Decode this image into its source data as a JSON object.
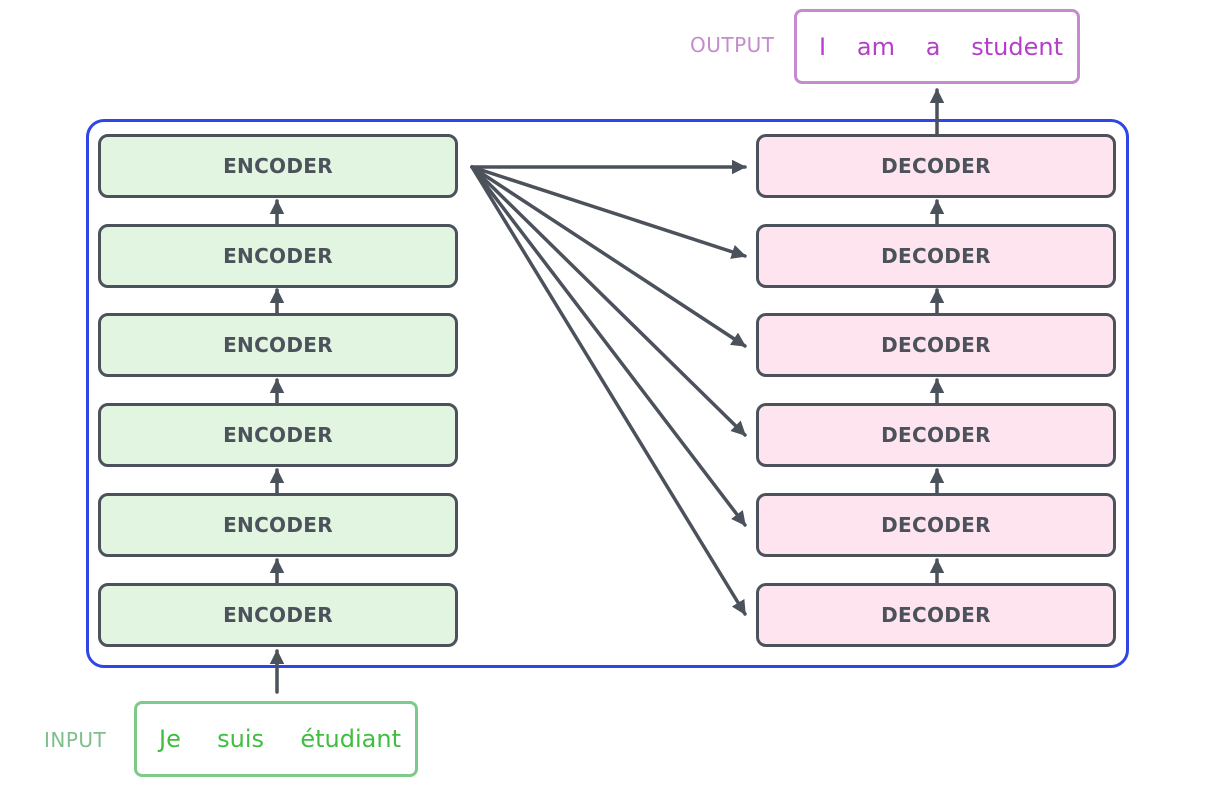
{
  "input": {
    "label": "INPUT",
    "words": [
      "Je",
      "suis",
      "étudiant"
    ]
  },
  "output": {
    "label": "OUTPUT",
    "words": [
      "I",
      "am",
      "a",
      "student"
    ]
  },
  "encoders": [
    "ENCODER",
    "ENCODER",
    "ENCODER",
    "ENCODER",
    "ENCODER",
    "ENCODER"
  ],
  "decoders": [
    "DECODER",
    "DECODER",
    "DECODER",
    "DECODER",
    "DECODER",
    "DECODER"
  ],
  "colors": {
    "frame": "#2f45e8",
    "encoder_fill": "#e2f5e0",
    "decoder_fill": "#fde4ef",
    "block_border": "#4c525b",
    "arrow": "#4c525b",
    "input_text": "#3fbe3f",
    "output_text": "#b540c8"
  }
}
